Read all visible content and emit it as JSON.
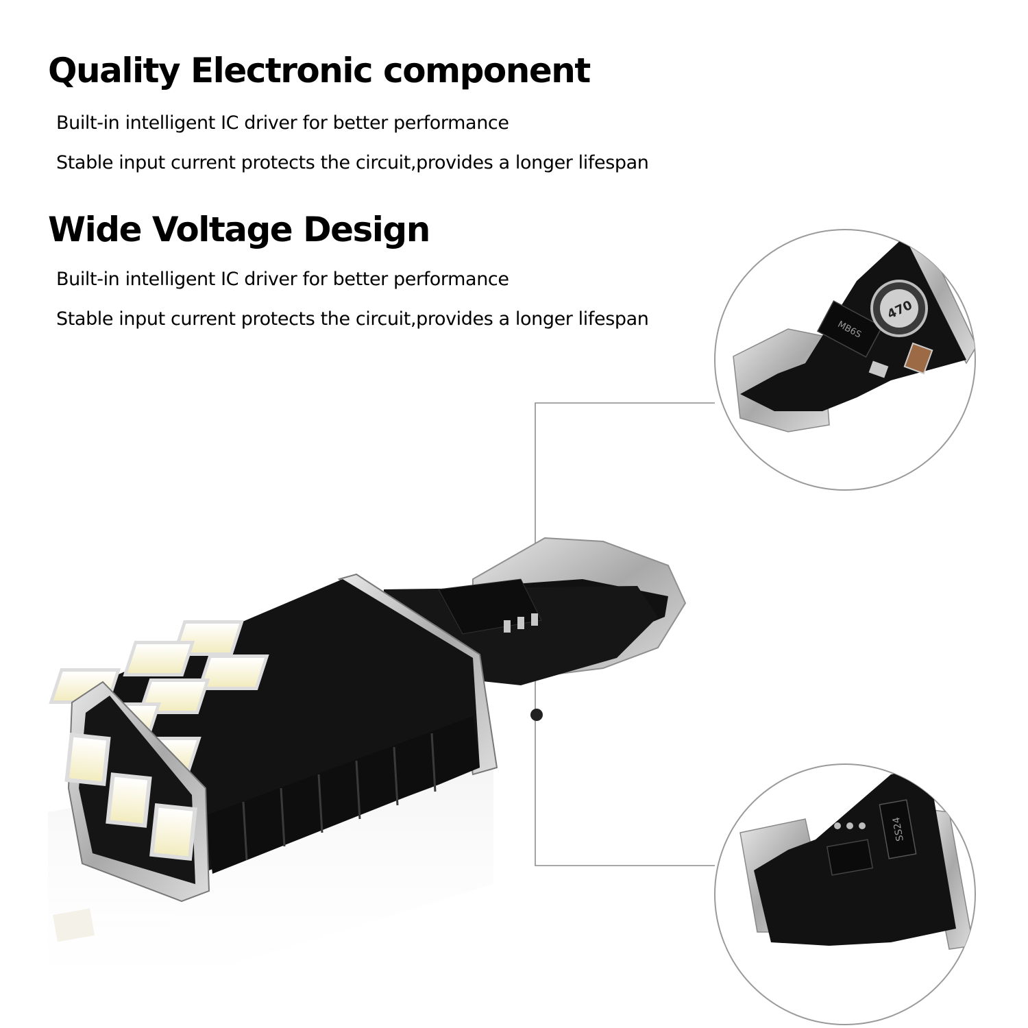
{
  "sections": [
    {
      "heading": "Quality Electronic component",
      "bullets": [
        "Built-in intelligent IC driver for better performance",
        "Stable input current protects the circuit,provides a longer lifespan"
      ]
    },
    {
      "heading": "Wide Voltage Design",
      "bullets": [
        "Built-in intelligent IC driver for better performance",
        "Stable input current protects the circuit,provides a longer lifespan"
      ]
    }
  ],
  "component_markings": {
    "bridge_rectifier": "MB6S",
    "inductor": "470",
    "diode": "SS24",
    "diode_main": "SS24"
  },
  "colors": {
    "background": "#ffffff",
    "pcb": "#121212",
    "led": "#fbf7da",
    "connector_line": "#888888"
  }
}
